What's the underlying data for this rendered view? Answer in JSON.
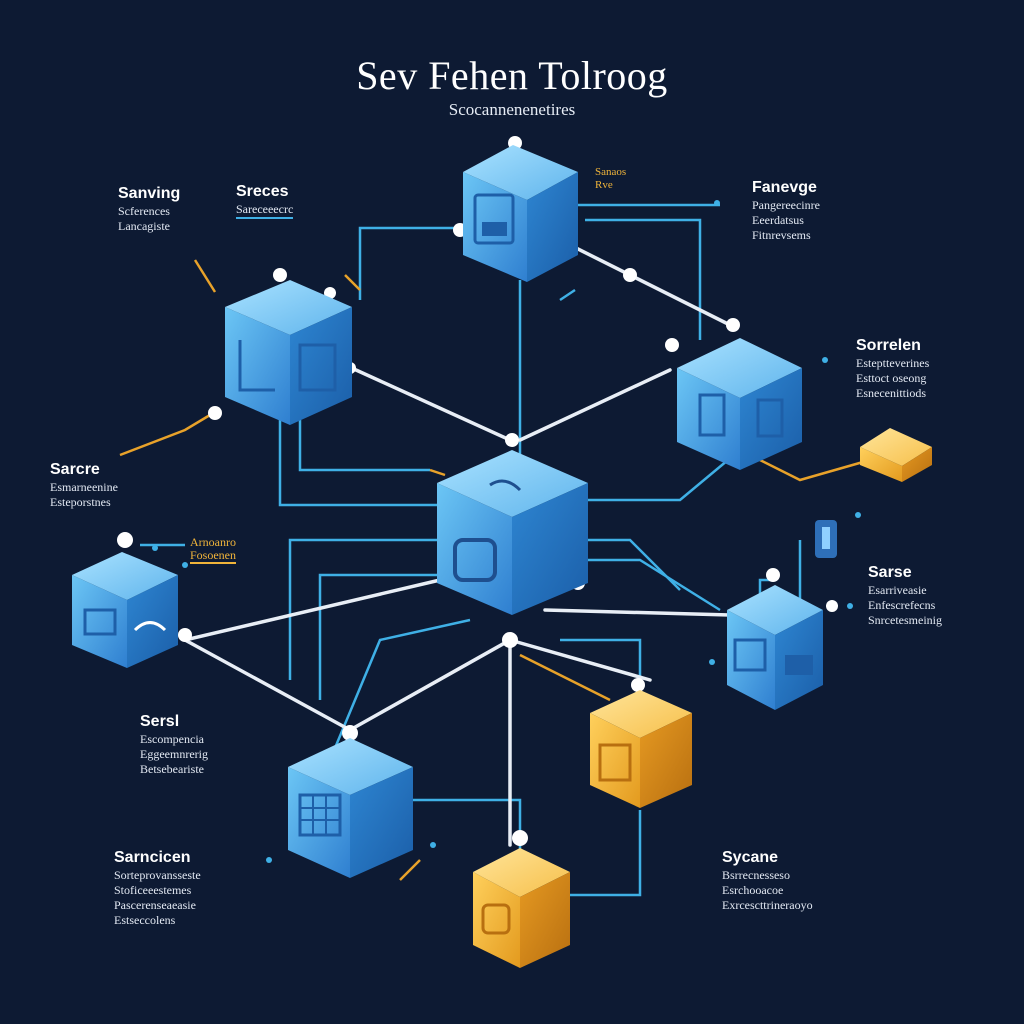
{
  "title": "Sev Fehen Tolroog",
  "subtitle": "Scocannenenetires",
  "labels": [
    {
      "id": "tl",
      "head": "Sanving",
      "lines": [
        "Scferences",
        "Lancagiste"
      ]
    },
    {
      "id": "tl2",
      "head": "Sreces",
      "lines": [
        "Sareceeecrc"
      ]
    },
    {
      "id": "tr",
      "head": "Fanevge",
      "lines": [
        "Pangereecinre",
        "Eeerdatsus",
        "Fitnrevsems"
      ]
    },
    {
      "id": "r1",
      "head": "Sorrelen",
      "lines": [
        "Esteptteverines",
        "Esttoct oseong",
        "Esnecenittiods"
      ]
    },
    {
      "id": "l1",
      "head": "Sarcre",
      "lines": [
        "Esmarneenine",
        "Esteporstnes"
      ]
    },
    {
      "id": "r2",
      "head": "Sarse",
      "lines": [
        "Esarriveasie",
        "Enfescrefecns",
        "Snrcetesmeinig"
      ]
    },
    {
      "id": "l2",
      "head": "Sersl",
      "lines": [
        "Escompencia",
        "Eggeemnrerig",
        "Betsebeariste"
      ]
    },
    {
      "id": "bl",
      "head": "Sarncicen",
      "lines": [
        "Sorteprovansseste",
        "Stoficeeestemes",
        "Pascerenseaeasie",
        "Estseccolens"
      ]
    },
    {
      "id": "br",
      "head": "Sycane",
      "lines": [
        "Bsrrecnesseso",
        "Esrchooacoe",
        "Exrcescttrineraoyo"
      ]
    }
  ],
  "tags": {
    "left_tag": [
      "Arnoanro",
      "Fosoenen"
    ],
    "top_small": [
      "Sanaos",
      "Rve"
    ]
  },
  "colors": {
    "background": "#0d1a33",
    "cube_blue": "#4aa6e8",
    "cube_orange": "#f4b338",
    "connector": "#e8eef6",
    "accent_line": "#3fb0e6",
    "accent_orange": "#e8a22a"
  },
  "nodes": [
    {
      "name": "cube-top",
      "color": "blue",
      "icon": "server-icon"
    },
    {
      "name": "cube-upper-left",
      "color": "blue",
      "icon": "document-icon"
    },
    {
      "name": "cube-upper-right",
      "color": "blue",
      "icon": "database-icon"
    },
    {
      "name": "cube-center",
      "color": "blue",
      "icon": "monitor-icon"
    },
    {
      "name": "cube-left",
      "color": "blue",
      "icon": "cloud-icon"
    },
    {
      "name": "cube-right",
      "color": "blue",
      "icon": "storage-icon"
    },
    {
      "name": "cube-lower-right",
      "color": "orange",
      "icon": "cabinet-icon"
    },
    {
      "name": "cube-lower-left",
      "color": "blue",
      "icon": "calendar-icon"
    },
    {
      "name": "cube-bottom",
      "color": "orange",
      "icon": "lock-icon"
    },
    {
      "name": "cube-far-right",
      "color": "orange",
      "icon": "box-icon"
    }
  ]
}
